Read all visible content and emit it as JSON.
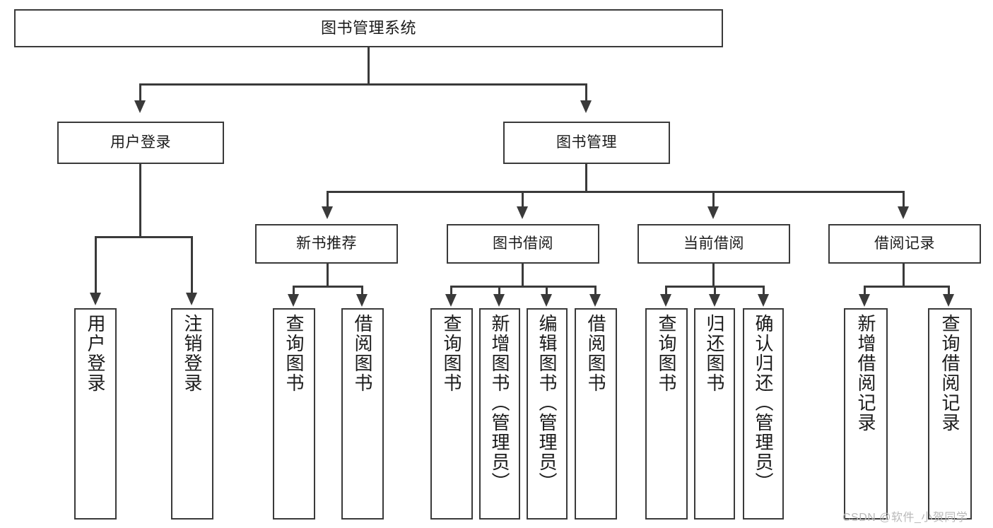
{
  "diagram": {
    "type": "tree-hierarchy",
    "title": "图书管理系统",
    "orientation": "top-down",
    "colors": {
      "box_border": "#3a3a3a",
      "box_fill": "#ffffff",
      "connector": "#3a3a3a",
      "text": "#1b1b1b",
      "watermark": "#b9b9b9",
      "background": "#ffffff"
    }
  },
  "nodes": {
    "root": {
      "label": "图书管理系统",
      "level": 0
    },
    "level1": [
      {
        "id": "user-login",
        "label": "用户登录"
      },
      {
        "id": "book-manage",
        "label": "图书管理"
      }
    ],
    "level2": [
      {
        "id": "new-book-recommend",
        "label": "新书推荐",
        "parent": "book-manage"
      },
      {
        "id": "book-borrow",
        "label": "图书借阅",
        "parent": "book-manage"
      },
      {
        "id": "current-borrow",
        "label": "当前借阅",
        "parent": "book-manage"
      },
      {
        "id": "borrow-record",
        "label": "借阅记录",
        "parent": "book-manage"
      }
    ],
    "leaves": [
      {
        "id": "leaf-user-login",
        "label": "用户登录",
        "parent": "user-login"
      },
      {
        "id": "leaf-logout-login",
        "label": "注销登录",
        "parent": "user-login"
      },
      {
        "id": "leaf-query-book-1",
        "label": "查询图书",
        "parent": "new-book-recommend"
      },
      {
        "id": "leaf-borrow-book-1",
        "label": "借阅图书",
        "parent": "new-book-recommend"
      },
      {
        "id": "leaf-query-book-2",
        "label": "查询图书",
        "parent": "book-borrow"
      },
      {
        "id": "leaf-add-book",
        "label": "新增图书（管理员）",
        "parent": "book-borrow"
      },
      {
        "id": "leaf-edit-book",
        "label": "编辑图书（管理员）",
        "parent": "book-borrow"
      },
      {
        "id": "leaf-borrow-book-2",
        "label": "借阅图书",
        "parent": "book-borrow"
      },
      {
        "id": "leaf-query-book-3",
        "label": "查询图书",
        "parent": "current-borrow"
      },
      {
        "id": "leaf-return-book",
        "label": "归还图书",
        "parent": "current-borrow"
      },
      {
        "id": "leaf-confirm-return",
        "label": "确认归还（管理员）",
        "parent": "current-borrow"
      },
      {
        "id": "leaf-add-record",
        "label": "新增借阅记录",
        "parent": "borrow-record"
      },
      {
        "id": "leaf-query-record",
        "label": "查询借阅记录",
        "parent": "borrow-record"
      }
    ]
  },
  "watermark": {
    "text": "CSDN @软件_小贺同学"
  }
}
